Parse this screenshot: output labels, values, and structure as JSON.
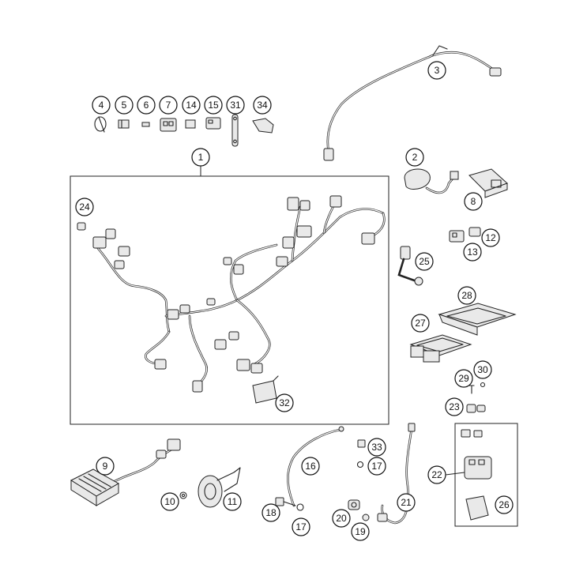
{
  "callouts": [
    {
      "id": "c4",
      "label": "4"
    },
    {
      "id": "c5",
      "label": "5"
    },
    {
      "id": "c6",
      "label": "6"
    },
    {
      "id": "c7",
      "label": "7"
    },
    {
      "id": "c14",
      "label": "14"
    },
    {
      "id": "c15",
      "label": "15"
    },
    {
      "id": "c31",
      "label": "31"
    },
    {
      "id": "c34",
      "label": "34"
    },
    {
      "id": "c1",
      "label": "1"
    },
    {
      "id": "c2",
      "label": "2"
    },
    {
      "id": "c3",
      "label": "3"
    },
    {
      "id": "c8",
      "label": "8"
    },
    {
      "id": "c12",
      "label": "12"
    },
    {
      "id": "c13",
      "label": "13"
    },
    {
      "id": "c24",
      "label": "24"
    },
    {
      "id": "c25",
      "label": "25"
    },
    {
      "id": "c27",
      "label": "27"
    },
    {
      "id": "c28",
      "label": "28"
    },
    {
      "id": "c29",
      "label": "29"
    },
    {
      "id": "c30",
      "label": "30"
    },
    {
      "id": "c23",
      "label": "23"
    },
    {
      "id": "c32",
      "label": "32"
    },
    {
      "id": "c9",
      "label": "9"
    },
    {
      "id": "c10",
      "label": "10"
    },
    {
      "id": "c11",
      "label": "11"
    },
    {
      "id": "c16",
      "label": "16"
    },
    {
      "id": "c33",
      "label": "33"
    },
    {
      "id": "c17a",
      "label": "17"
    },
    {
      "id": "c17b",
      "label": "17"
    },
    {
      "id": "c18",
      "label": "18"
    },
    {
      "id": "c19",
      "label": "19"
    },
    {
      "id": "c20",
      "label": "20"
    },
    {
      "id": "c21",
      "label": "21"
    },
    {
      "id": "c22",
      "label": "22"
    },
    {
      "id": "c26",
      "label": "26"
    }
  ]
}
